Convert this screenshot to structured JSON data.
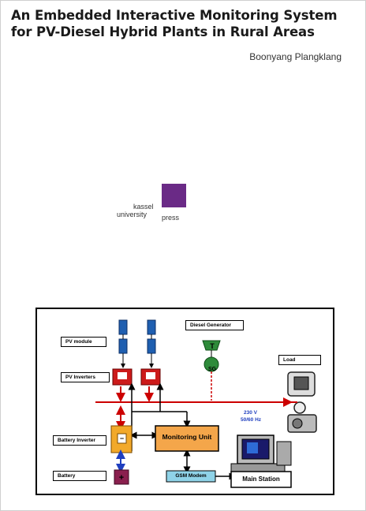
{
  "title": {
    "line1": "An Embedded Interactive Monitoring System",
    "line2": "for PV-Diesel Hybrid Plants in Rural Areas"
  },
  "author": "Boonyang Plangklang",
  "publisher": {
    "kassel": "kassel",
    "university": "university",
    "press": "press",
    "logo_color": "#6a2a86"
  },
  "diagram": {
    "pv_module": "PV module",
    "pv_inverters": "PV Inverters",
    "diesel_generator": "Diesel Generator",
    "t": "T",
    "sg": "SG",
    "load": "Load",
    "voltage": "230 V",
    "frequency": "50/60 Hz",
    "battery_inverter": "Battery Inverter",
    "battery": "Battery",
    "monitoring_unit": "Monitoring Unit",
    "gsm_modem": "GSM Modem",
    "main_station": "Main Station",
    "colors": {
      "bus_line": "#cc0000",
      "pv_panel": "#1f5fb0",
      "generator": "#2e8b3a",
      "monitoring": "#f4a64a",
      "battery_inverter": "#f2a92a",
      "battery": "#8a1f4e",
      "gsm": "#8fd3e8",
      "voltage_text": "#1f3fbf"
    }
  }
}
